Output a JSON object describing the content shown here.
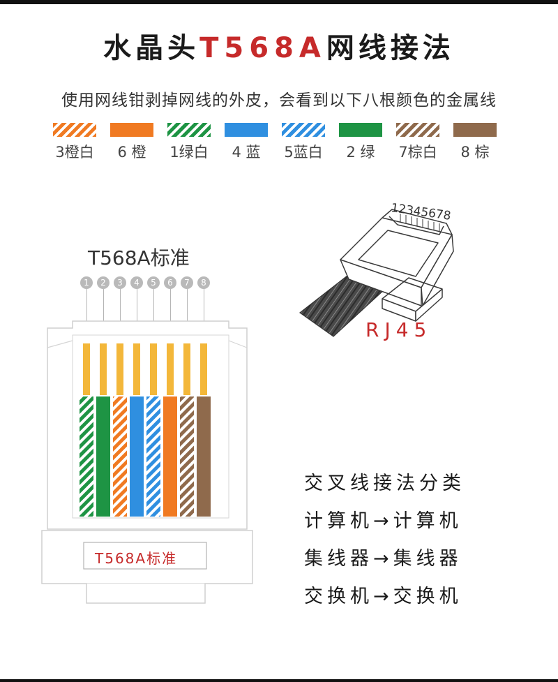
{
  "title": {
    "prefix": "水晶头",
    "code": "T568A",
    "suffix": "网线接法"
  },
  "subtitle": "使用网线钳剥掉网线的外皮，会看到以下八根颜色的金属线",
  "swatches": [
    {
      "label": "3橙白",
      "color": "#f07a22",
      "striped": true
    },
    {
      "label": "6 橙",
      "color": "#f07a22",
      "striped": false
    },
    {
      "label": "1绿白",
      "color": "#1e9444",
      "striped": true
    },
    {
      "label": "4 蓝",
      "color": "#2f8fe0",
      "striped": false
    },
    {
      "label": "5蓝白",
      "color": "#2f8fe0",
      "striped": true
    },
    {
      "label": "2 绿",
      "color": "#1e9444",
      "striped": false
    },
    {
      "label": "7棕白",
      "color": "#8f6a4c",
      "striped": true
    },
    {
      "label": "8 棕",
      "color": "#8f6a4c",
      "striped": false
    }
  ],
  "standard_title": "T568A标准",
  "pins": [
    "1",
    "2",
    "3",
    "4",
    "5",
    "6",
    "7",
    "8"
  ],
  "connector_wires": [
    {
      "color": "#1e9444",
      "striped": true
    },
    {
      "color": "#1e9444",
      "striped": false
    },
    {
      "color": "#f07a22",
      "striped": true
    },
    {
      "color": "#2f8fe0",
      "striped": false
    },
    {
      "color": "#2f8fe0",
      "striped": true
    },
    {
      "color": "#f07a22",
      "striped": false
    },
    {
      "color": "#8f6a4c",
      "striped": true
    },
    {
      "color": "#8f6a4c",
      "striped": false
    }
  ],
  "contact_color": "#f3b73a",
  "plug_label": "T568A标准",
  "rj45": {
    "pin_numbers": "12345678",
    "label": "RJ45"
  },
  "classification": [
    "交叉线接法分类",
    "计算机→计算机",
    "集线器→集线器",
    "交换机→交换机"
  ]
}
